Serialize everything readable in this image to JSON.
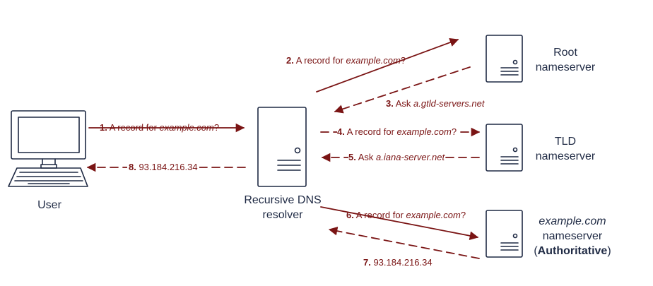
{
  "colors": {
    "arrow": "#7a1414",
    "outline": "#1f2a44"
  },
  "nodes": {
    "user": {
      "label": "User"
    },
    "resolver": {
      "line1": "Recursive DNS",
      "line2": "resolver"
    },
    "root": {
      "line1": "Root",
      "line2": "nameserver"
    },
    "tld": {
      "line1": "TLD",
      "line2": "nameserver"
    },
    "authoritative": {
      "line1": "example.com",
      "line2": "nameserver",
      "open": "(",
      "bold": "Authoritative",
      "close": ")"
    }
  },
  "steps": [
    {
      "num": "1.",
      "pre": " A record for ",
      "it": "example.com",
      "post": "?"
    },
    {
      "num": "2.",
      "pre": " A record for ",
      "it": "example.com",
      "post": "?"
    },
    {
      "num": "3.",
      "pre": " Ask ",
      "it": "a.gtld-servers.net",
      "post": ""
    },
    {
      "num": "4.",
      "pre": " A record for ",
      "it": "example.com",
      "post": "?"
    },
    {
      "num": "5.",
      "pre": " Ask ",
      "it": "a.iana-server.net",
      "post": ""
    },
    {
      "num": "6.",
      "pre": " A record for ",
      "it": "example.com",
      "post": "?"
    },
    {
      "num": "7.",
      "pre": " 93.184.216.34",
      "it": "",
      "post": ""
    },
    {
      "num": "8.",
      "pre": " 93.184.216.34",
      "it": "",
      "post": ""
    }
  ]
}
